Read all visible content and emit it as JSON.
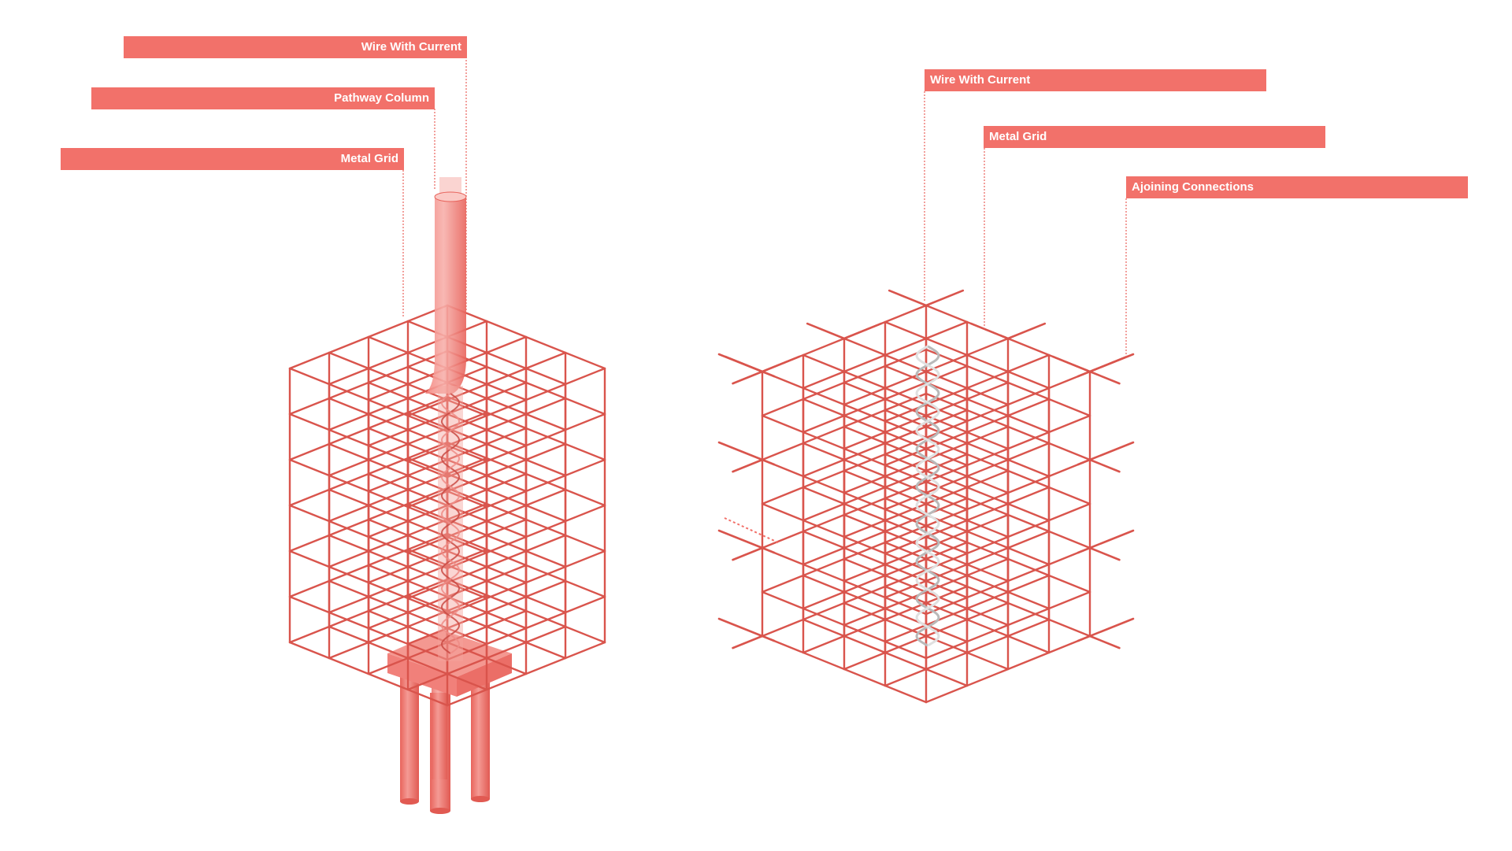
{
  "colors": {
    "accent": "#f2716a",
    "label_text": "#ffffff",
    "grid_stroke": "#d9544c",
    "leader": "#e8625a"
  },
  "left_diagram": {
    "labels": [
      "Wire With Current",
      "Pathway Column",
      "Metal Grid"
    ]
  },
  "right_diagram": {
    "labels": [
      "Wire With Current",
      "Metal Grid",
      "Ajoining Connections"
    ]
  }
}
